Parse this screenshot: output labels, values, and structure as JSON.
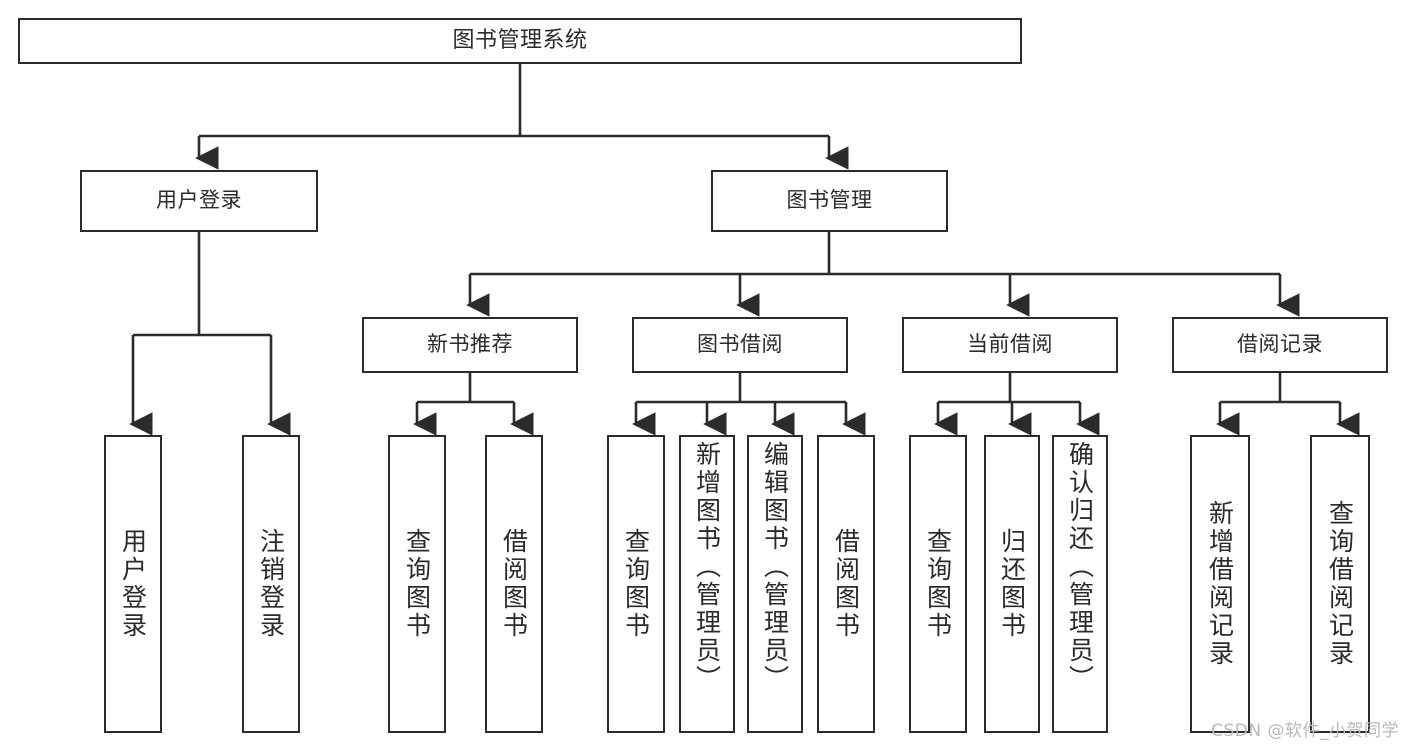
{
  "diagram": {
    "title": "图书管理系统",
    "type": "tree",
    "theme": {
      "stroke": "#2b2b2b",
      "fill": "#ffffff",
      "text": "#2b2b2b",
      "watermark_color": "#b9b9b9",
      "background": "#ffffff"
    },
    "levels": {
      "root": {
        "label": "图书管理系统"
      },
      "level2": [
        {
          "id": "user-login",
          "label": "用户登录"
        },
        {
          "id": "book-manage",
          "label": "图书管理"
        }
      ],
      "level3": [
        {
          "id": "new-book-rec",
          "label": "新书推荐",
          "parent": "book-manage"
        },
        {
          "id": "book-borrow",
          "label": "图书借阅",
          "parent": "book-manage"
        },
        {
          "id": "current-borrow",
          "label": "当前借阅",
          "parent": "book-manage"
        },
        {
          "id": "borrow-record",
          "label": "借阅记录",
          "parent": "book-manage"
        }
      ],
      "leaves": [
        {
          "id": "leaf-user-login",
          "label": "用户登录",
          "parent": "user-login"
        },
        {
          "id": "leaf-user-logout",
          "label": "注销登录",
          "parent": "user-login"
        },
        {
          "id": "leaf-query-book-1",
          "label": "查询图书",
          "parent": "new-book-rec"
        },
        {
          "id": "leaf-borrow-book-1",
          "label": "借阅图书",
          "parent": "new-book-rec"
        },
        {
          "id": "leaf-query-book-2",
          "label": "查询图书",
          "parent": "book-borrow"
        },
        {
          "id": "leaf-add-book",
          "label": "新增图书（管理员）",
          "parent": "book-borrow"
        },
        {
          "id": "leaf-edit-book",
          "label": "编辑图书（管理员）",
          "parent": "book-borrow"
        },
        {
          "id": "leaf-borrow-book-2",
          "label": "借阅图书",
          "parent": "book-borrow"
        },
        {
          "id": "leaf-query-book-3",
          "label": "查询图书",
          "parent": "current-borrow"
        },
        {
          "id": "leaf-return-book",
          "label": "归还图书",
          "parent": "current-borrow"
        },
        {
          "id": "leaf-confirm-return",
          "label": "确认归还（管理员）",
          "parent": "current-borrow"
        },
        {
          "id": "leaf-add-record",
          "label": "新增借阅记录",
          "parent": "borrow-record"
        },
        {
          "id": "leaf-query-record",
          "label": "查询借阅记录",
          "parent": "borrow-record"
        }
      ]
    },
    "watermark": "CSDN @软件_小贺同学"
  }
}
